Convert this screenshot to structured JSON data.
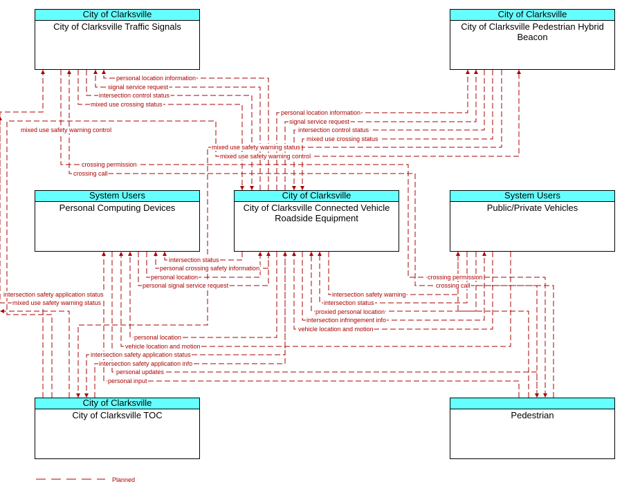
{
  "nodes": {
    "traffic_signals": {
      "category": "City of Clarksville",
      "name": "City of Clarksville Traffic Signals"
    },
    "hybrid_beacon": {
      "category": "City of Clarksville",
      "name": "City of Clarksville Pedestrian Hybrid Beacon"
    },
    "personal_devices": {
      "category": "System Users",
      "name": "Personal Computing Devices"
    },
    "rse": {
      "category": "City of Clarksville",
      "name": "City of Clarksville Connected Vehicle Roadside Equipment"
    },
    "vehicles": {
      "category": "System Users",
      "name": "Public/Private Vehicles"
    },
    "toc": {
      "category": "City of Clarksville",
      "name": "City of Clarksville TOC"
    },
    "pedestrian": {
      "category": "",
      "name": "Pedestrian"
    }
  },
  "flows": [
    {
      "id": "f1",
      "label": "personal location information"
    },
    {
      "id": "f2",
      "label": "signal service request"
    },
    {
      "id": "f3",
      "label": "intersection control status"
    },
    {
      "id": "f4",
      "label": "mixed use crossing status"
    },
    {
      "id": "f5",
      "label": "mixed use safety warning control"
    },
    {
      "id": "f6",
      "label": "personal location information"
    },
    {
      "id": "f7",
      "label": "signal service request"
    },
    {
      "id": "f8",
      "label": "intersection control status"
    },
    {
      "id": "f9",
      "label": "mixed use crossing status"
    },
    {
      "id": "f10",
      "label": "mixed use safety warning status"
    },
    {
      "id": "f11",
      "label": "mixed use safety warning control"
    },
    {
      "id": "f12",
      "label": "crossing permission"
    },
    {
      "id": "f13",
      "label": "crossing call"
    },
    {
      "id": "f14",
      "label": "intersection status"
    },
    {
      "id": "f15",
      "label": "personal crossing safety information"
    },
    {
      "id": "f16",
      "label": "personal location"
    },
    {
      "id": "f17",
      "label": "personal signal service request"
    },
    {
      "id": "f18",
      "label": "crossing permission"
    },
    {
      "id": "f19",
      "label": "crossing call"
    },
    {
      "id": "f20",
      "label": "intersection safety application status"
    },
    {
      "id": "f21",
      "label": "mixed use safety warning status"
    },
    {
      "id": "f22",
      "label": "intersection safety warning"
    },
    {
      "id": "f23",
      "label": "intersection status"
    },
    {
      "id": "f24",
      "label": "proxied personal location"
    },
    {
      "id": "f25",
      "label": "intersection infringement info"
    },
    {
      "id": "f26",
      "label": "vehicle location and motion"
    },
    {
      "id": "f27",
      "label": "personal location"
    },
    {
      "id": "f28",
      "label": "vehicle location and motion"
    },
    {
      "id": "f29",
      "label": "intersection safety application status"
    },
    {
      "id": "f30",
      "label": "intersection safety application info"
    },
    {
      "id": "f31",
      "label": "personal updates"
    },
    {
      "id": "f32",
      "label": "personal input"
    }
  ],
  "legend": {
    "label": "Planned"
  },
  "colors": {
    "header": "#66ffff",
    "flow": "#aa0000",
    "border": "#000000"
  }
}
